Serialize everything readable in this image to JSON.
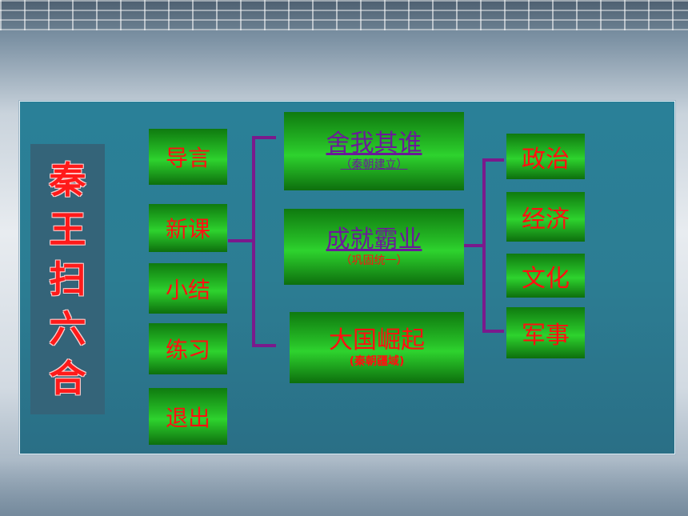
{
  "title_chars": [
    "秦",
    "王",
    "扫",
    "六",
    "合"
  ],
  "nav": {
    "intro": "导言",
    "new_lesson": "新课",
    "summary": "小结",
    "exercise": "练习",
    "exit": "退出"
  },
  "topics": [
    {
      "main": "舍我其谁",
      "sub": "（秦朝建立）"
    },
    {
      "main": "成就霸业",
      "sub": "（巩固统一）"
    },
    {
      "main": "大国崛起",
      "sub": "(秦朝疆域)"
    }
  ],
  "aspects": [
    "政治",
    "经济",
    "文化",
    "军事"
  ],
  "colors": {
    "panel": "#2a8098",
    "button_green": "#27c027",
    "text_red": "#ff1010",
    "link_purple": "#6b1a99",
    "brace_purple": "#7a1a8c"
  }
}
